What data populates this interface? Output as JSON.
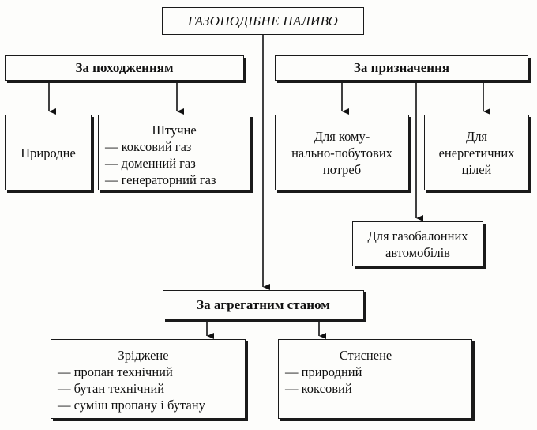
{
  "title": "ГАЗОПОДІБНЕ ПАЛИВО",
  "by_origin": {
    "label": "За походженням",
    "natural": "Природне",
    "artificial": {
      "label": "Штучне",
      "items": [
        "— коксовий газ",
        "— доменний газ",
        "— генераторний газ"
      ]
    }
  },
  "by_purpose": {
    "label": "За призначення",
    "household": [
      "Для кому-",
      "нально-побутових",
      "потреб"
    ],
    "energy": [
      "Для",
      "енергетичних",
      "цілей"
    ],
    "vehicles": [
      "Для газобалонних",
      "автомобілів"
    ]
  },
  "by_state": {
    "label": "За агрегатним станом",
    "liquefied": {
      "label": "Зріджене",
      "items": [
        "— пропан технічний",
        "— бутан технічний",
        "— суміш пропану і бутану"
      ]
    },
    "compressed": {
      "label": "Стиснене",
      "items": [
        "— природний",
        "— коксовий"
      ]
    }
  }
}
